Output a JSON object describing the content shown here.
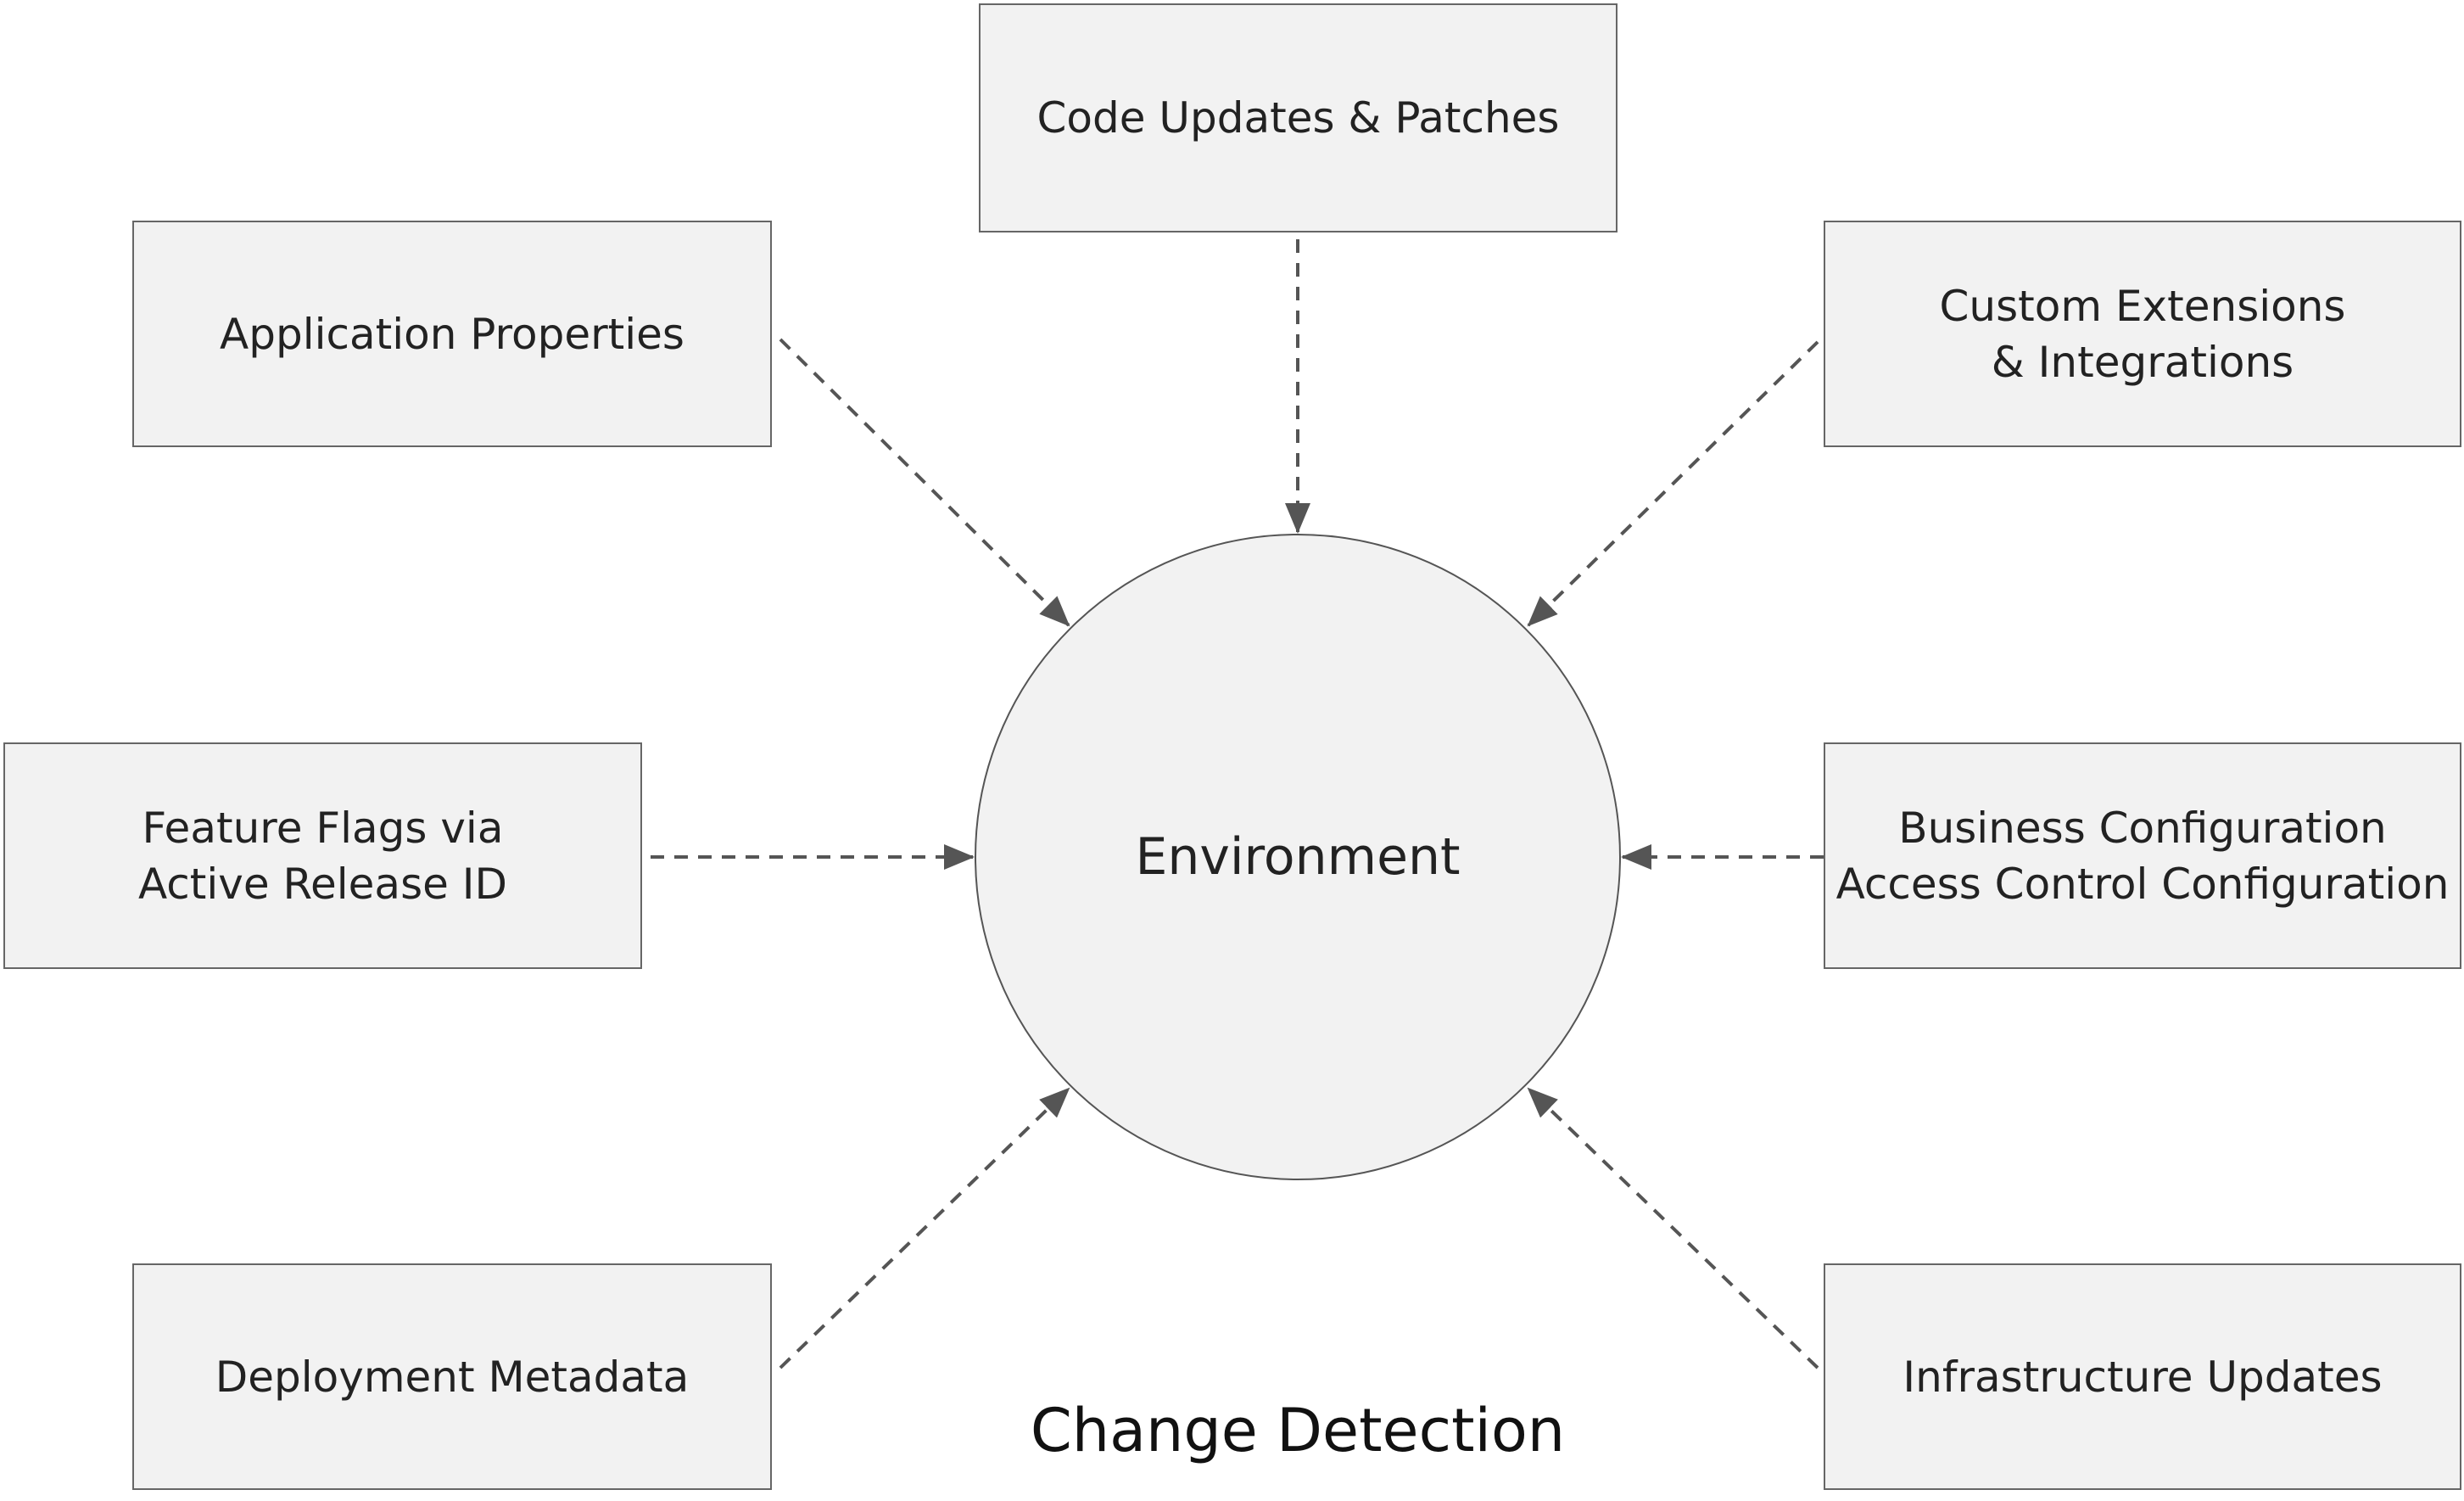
{
  "diagram": {
    "center": {
      "label": "Environment"
    },
    "caption": "Change Detection",
    "colors": {
      "node_fill": "#f2f2f2",
      "node_border": "#666666",
      "arrow": "#555555",
      "text": "#222222"
    },
    "inputs": [
      {
        "label": "Code Updates & Patches"
      },
      {
        "label": "Application Properties"
      },
      {
        "label": "Custom Extensions\n& Integrations"
      },
      {
        "label": "Feature Flags via\nActive Release ID"
      },
      {
        "label": "Business Configuration\nAccess Control Configuration"
      },
      {
        "label": "Deployment Metadata"
      },
      {
        "label": "Infrastructure Updates"
      }
    ]
  }
}
